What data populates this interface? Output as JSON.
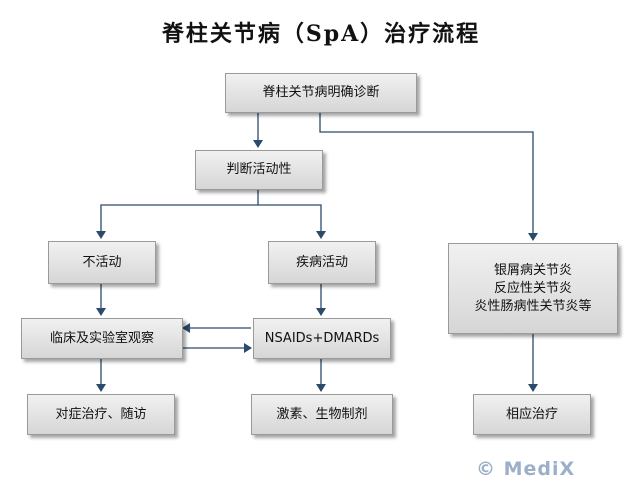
{
  "title": "脊柱关节病（SpA）治疗流程",
  "nodes": {
    "diagnosis": "脊柱关节病明确诊断",
    "judge_activity": "判断活动性",
    "inactive": "不活动",
    "active": "疾病活动",
    "clinical_lab_observation": "临床及实验室观察",
    "nsaids_dmards": "NSAIDs+DMARDs",
    "symptomatic_followup": "对症治疗、随访",
    "hormone_biologic": "激素、生物制剂",
    "other_spa_line1": "银屑病关节炎",
    "other_spa_line2": "反应性关节炎",
    "other_spa_line3": "炎性肠病性关节炎等",
    "corresponding_treatment": "相应治疗"
  },
  "watermark": "© MediX",
  "colors": {
    "arrow": "#2c4a6b",
    "box_top": "#f1f1f1",
    "box_bottom": "#d6d6d6"
  }
}
